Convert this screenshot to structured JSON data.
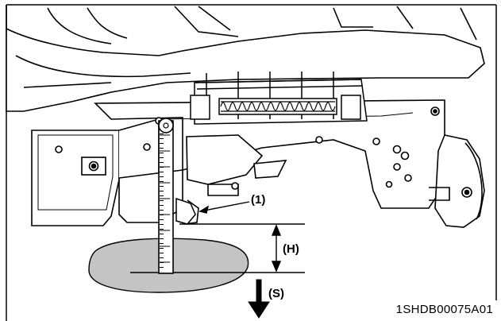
{
  "diagram": {
    "labels": {
      "part_1": "(1)",
      "height": "(H)",
      "direction": "(S)"
    },
    "figure_code": "1SHDB00075A01"
  },
  "colors": {
    "line": "#000000",
    "ground_shadow": "#c4c4c4",
    "background": "#ffffff"
  }
}
